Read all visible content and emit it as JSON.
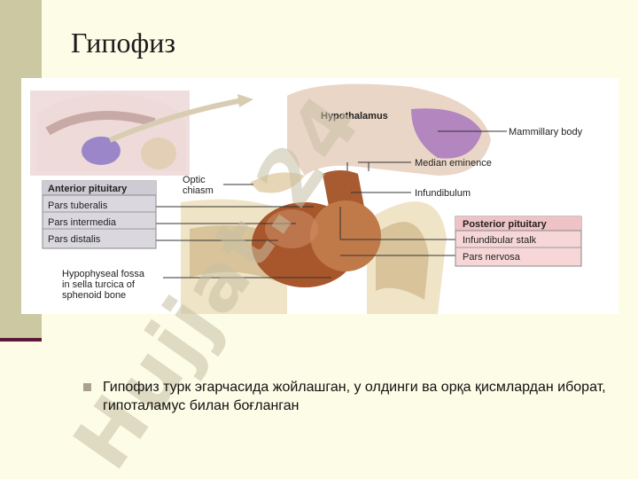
{
  "slide": {
    "title": "Гипофиз",
    "bullet_text": "Гипофиз турк эгарчасида жойлашган, у олдинги  ва орқа қисмлардан иборат, гипоталамус билан боғланган"
  },
  "figure": {
    "labels": {
      "hypothalamus": "Hypothalamus",
      "mammillary_body": "Mammillary body",
      "median_eminence": "Median eminence",
      "infundibulum": "Infundibulum",
      "optic_chiasm_1": "Optic",
      "optic_chiasm_2": "chiasm",
      "fossa_1": "Hypophyseal fossa",
      "fossa_2": "in sella turcica of",
      "fossa_3": "sphenoid bone"
    },
    "anterior_box": {
      "title": "Anterior pituitary",
      "items": [
        "Pars tuberalis",
        "Pars intermedia",
        "Pars distalis"
      ]
    },
    "posterior_box": {
      "title": "Posterior pituitary",
      "items": [
        "Infundibular stalk",
        "Pars nervosa"
      ]
    }
  },
  "watermark": {
    "text": "Hujjat.24"
  },
  "colors": {
    "background": "#fdfce6",
    "left_band": "#cbc8a2",
    "accent_rule": "#5a1838",
    "watermark": "#c7c0a4",
    "anterior_box_fill": "#dad8de",
    "posterior_box_fill": "#f7d6d7"
  }
}
